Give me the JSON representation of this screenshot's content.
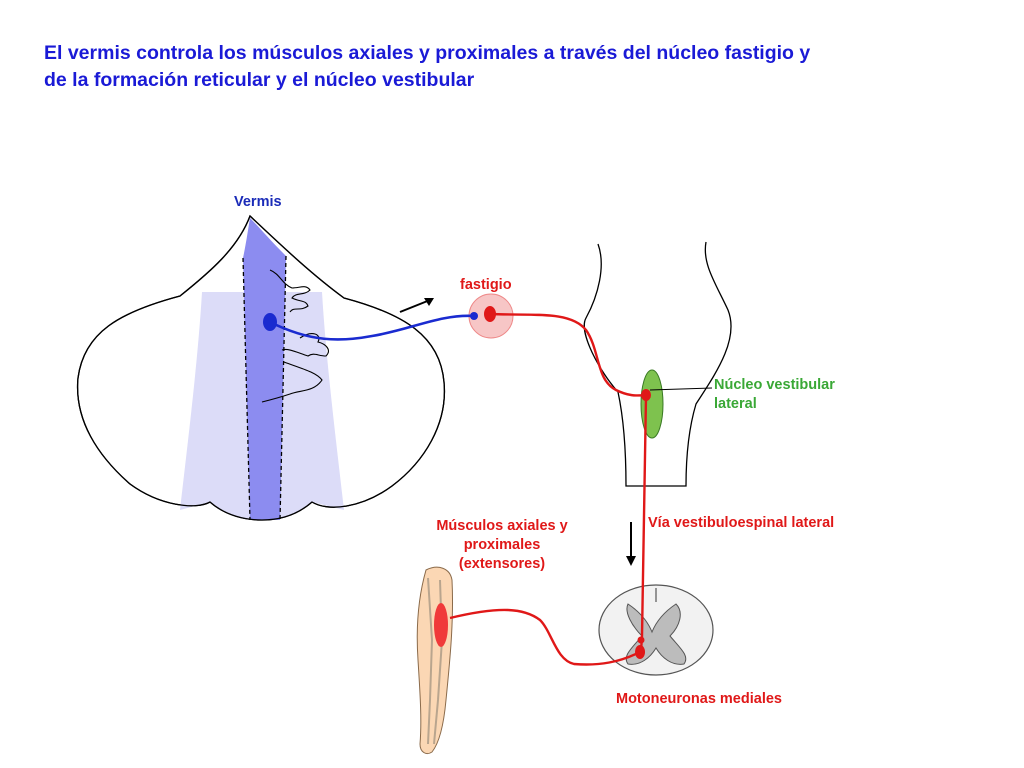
{
  "title": {
    "line1": "El vermis controla los músculos axiales y proximales a través del núcleo fastigio y",
    "line2": "de la formación reticular y el núcleo vestibular"
  },
  "labels": {
    "vermis": "Vermis",
    "fastigio": "fastigio",
    "nucleo_vestibular_line1": "Núcleo vestibular",
    "nucleo_vestibular_line2": "lateral",
    "via_vestibuloespinal": "Vía vestibuloespinal lateral",
    "musculos_line1": "Músculos axiales y",
    "musculos_line2": "proximales",
    "musculos_line3": "(extensores)",
    "motoneuronas": "Motoneuronas mediales"
  },
  "colors": {
    "title": "#1a1ad6",
    "vermis_label": "#1a2bb8",
    "pathway_red": "#e01818",
    "pathway_blue": "#1a2bd0",
    "vestibular_green": "#3aa836",
    "vermis_fill": "#8c8cf0",
    "paravermis_fill": "#dcdcf8"
  }
}
